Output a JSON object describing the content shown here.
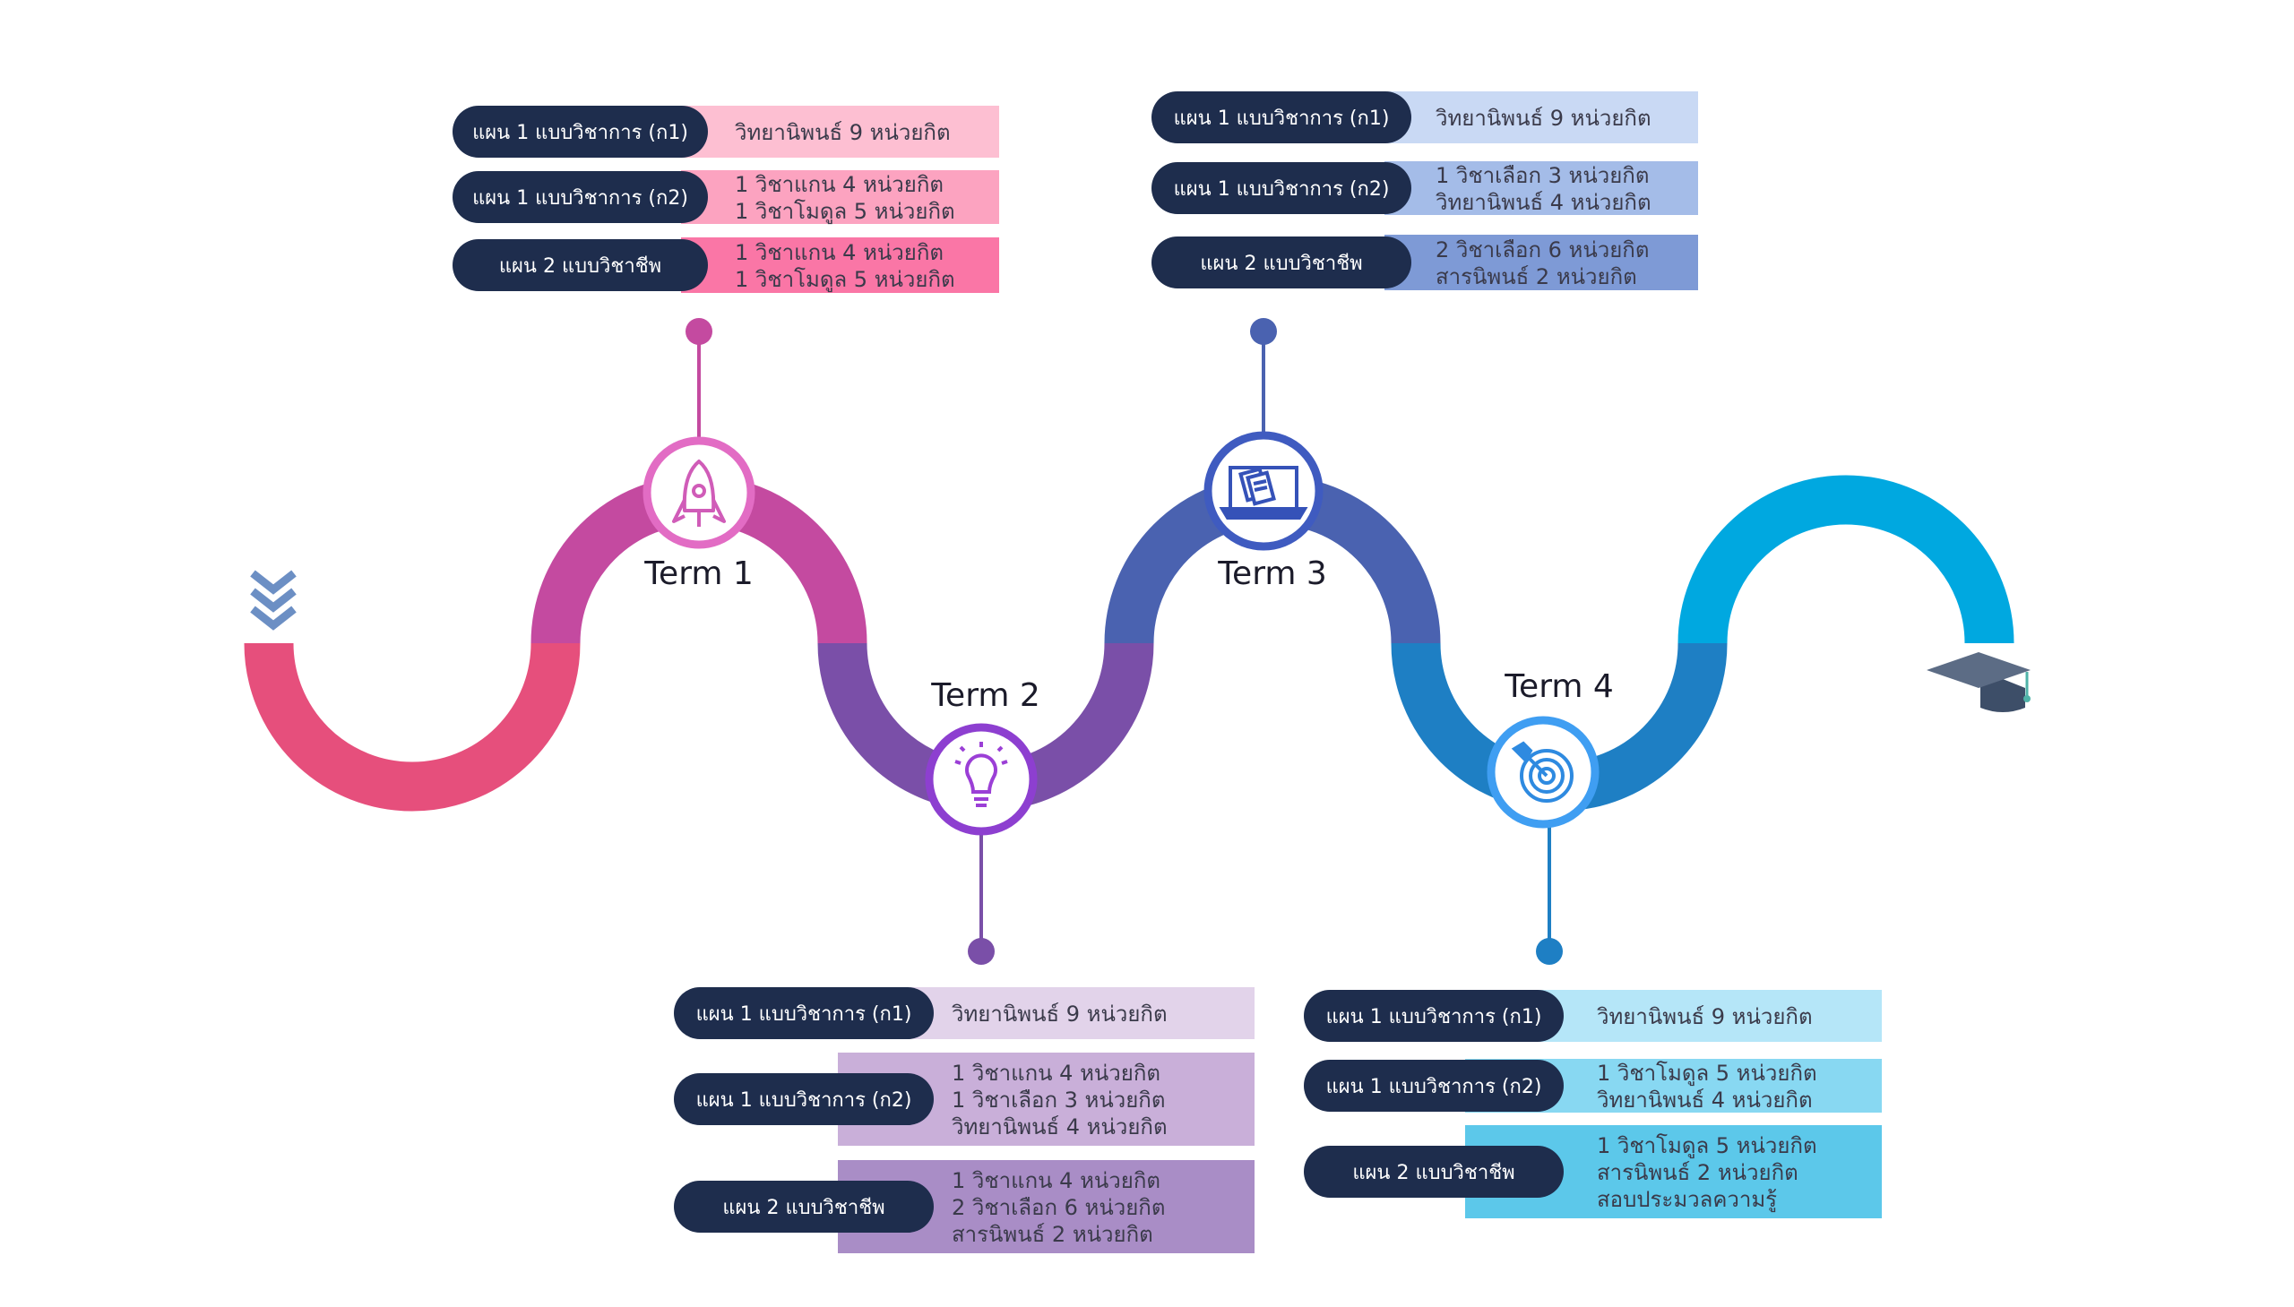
{
  "terms": [
    {
      "label": "Term 1",
      "icon": "rocket-icon",
      "color": "#c44aa0",
      "rows": [
        {
          "plan": "แผน 1 แบบวิชาการ (ก1)",
          "details": [
            "วิทยานิพนธ์ 9 หน่วยกิต"
          ],
          "color": "#fdbfd2"
        },
        {
          "plan": "แผน 1 แบบวิชาการ (ก2)",
          "details": [
            "1 วิชาแกน 4 หน่วยกิต",
            "1 วิชาโมดูล 5 หน่วยกิต"
          ],
          "color": "#fca3c0"
        },
        {
          "plan": "แผน 2 แบบวิชาชีพ",
          "details": [
            "1 วิชาแกน 4 หน่วยกิต",
            "1 วิชาโมดูล 5 หน่วยกิต"
          ],
          "color": "#fa76a6"
        }
      ]
    },
    {
      "label": "Term 2",
      "icon": "lightbulb-icon",
      "color": "#7a4fa8",
      "rows": [
        {
          "plan": "แผน 1 แบบวิชาการ (ก1)",
          "details": [
            "วิทยานิพนธ์ 9 หน่วยกิต"
          ],
          "color": "#e2d3ea"
        },
        {
          "plan": "แผน 1 แบบวิชาการ (ก2)",
          "details": [
            "1 วิชาแกน 4 หน่วยกิต",
            "1 วิชาเลือก 3 หน่วยกิต",
            "วิทยานิพนธ์ 4 หน่วยกิต"
          ],
          "color": "#c9afd9"
        },
        {
          "plan": "แผน 2 แบบวิชาชีพ",
          "details": [
            "1 วิชาแกน 4 หน่วยกิต",
            "2 วิชาเลือก 6 หน่วยกิต",
            "สารนิพนธ์ 2 หน่วยกิต"
          ],
          "color": "#a98dc6"
        }
      ]
    },
    {
      "label": "Term 3",
      "icon": "laptop-document-icon",
      "color": "#4a62b0",
      "rows": [
        {
          "plan": "แผน 1 แบบวิชาการ (ก1)",
          "details": [
            "วิทยานิพนธ์ 9 หน่วยกิต"
          ],
          "color": "#c9d9f4"
        },
        {
          "plan": "แผน 1 แบบวิชาการ (ก2)",
          "details": [
            "1 วิชาเลือก 3 หน่วยกิต",
            "วิทยานิพนธ์ 4 หน่วยกิต"
          ],
          "color": "#a4bce8"
        },
        {
          "plan": "แผน 2 แบบวิชาชีพ",
          "details": [
            "2 วิชาเลือก 6 หน่วยกิต",
            "สารนิพนธ์ 2 หน่วยกิต"
          ],
          "color": "#7e9ad6"
        }
      ]
    },
    {
      "label": "Term 4",
      "icon": "target-icon",
      "color": "#1e7fc4",
      "rows": [
        {
          "plan": "แผน 1 แบบวิชาการ (ก1)",
          "details": [
            "วิทยานิพนธ์ 9 หน่วยกิต"
          ],
          "color": "#b5e6f8"
        },
        {
          "plan": "แผน 1 แบบวิชาการ (ก2)",
          "details": [
            "1 วิชาโมดูล 5 หน่วยกิต",
            "วิทยานิพนธ์ 4 หน่วยกิต"
          ],
          "color": "#88d8f2"
        },
        {
          "plan": "แผน 2 แบบวิชาชีพ",
          "details": [
            "1 วิชาโมดูล 5 หน่วยกิต",
            "สารนิพนธ์ 2 หน่วยกิต",
            "สอบประมวลความรู้"
          ],
          "color": "#5cc8ea"
        }
      ]
    }
  ],
  "start_icon": "chevrons-down-icon",
  "end_icon": "graduation-cap-icon",
  "colors": {
    "plan_pill": "#1e2d4d",
    "detail_text": "#3a3a4a",
    "segment_start": "#e64f7c",
    "segment_end": "#00a8e0"
  }
}
